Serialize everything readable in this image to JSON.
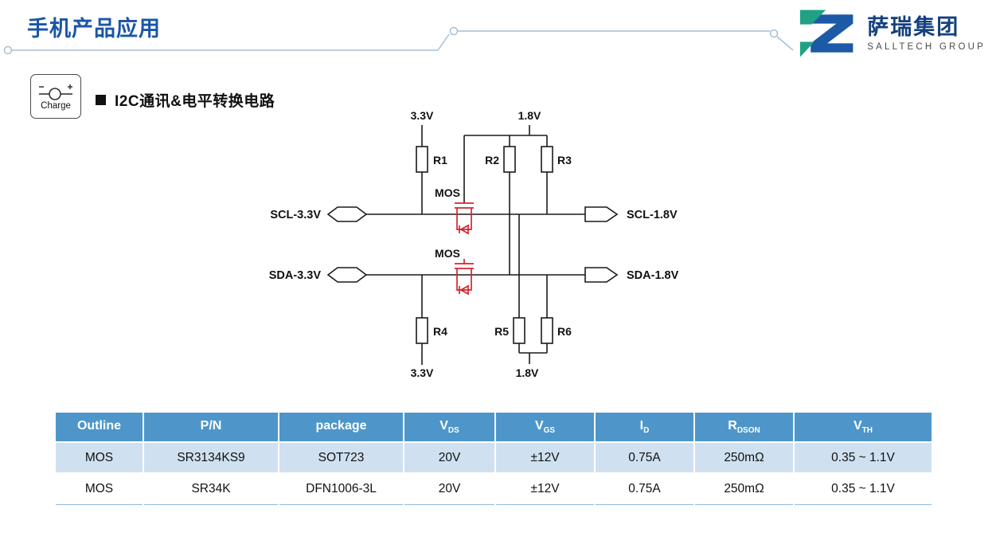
{
  "slide": {
    "title": "手机产品应用"
  },
  "logo": {
    "name_cn": "萨瑞集团",
    "name_en": "SALLTECH GROUP"
  },
  "charge_badge": {
    "label": "Charge"
  },
  "section": {
    "title": "I2C通讯&电平转换电路"
  },
  "circuit": {
    "rail_top_left": "3.3V",
    "rail_top_right": "1.8V",
    "rail_bottom_left": "3.3V",
    "rail_bottom_right": "1.8V",
    "resistors": [
      "R1",
      "R2",
      "R3",
      "R4",
      "R5",
      "R6"
    ],
    "mos_label_1": "MOS",
    "mos_label_2": "MOS",
    "port_scl_left": "SCL-3.3V",
    "port_sda_left": "SDA-3.3V",
    "port_scl_right": "SCL-1.8V",
    "port_sda_right": "SDA-1.8V"
  },
  "table": {
    "headers": [
      {
        "main": "Outline",
        "sub": ""
      },
      {
        "main": "P/N",
        "sub": ""
      },
      {
        "main": "package",
        "sub": ""
      },
      {
        "main": "V",
        "sub": "DS"
      },
      {
        "main": "V",
        "sub": "GS"
      },
      {
        "main": "I",
        "sub": "D"
      },
      {
        "main": "R",
        "sub": "DSON"
      },
      {
        "main": "V",
        "sub": "TH"
      }
    ],
    "rows": [
      [
        "MOS",
        "SR3134KS9",
        "SOT723",
        "20V",
        "±12V",
        "0.75A",
        "250mΩ",
        "0.35 ~ 1.1V"
      ],
      [
        "MOS",
        "SR34K",
        "DFN1006-3L",
        "20V",
        "±12V",
        "0.75A",
        "250mΩ",
        "0.35 ~ 1.1V"
      ]
    ]
  }
}
